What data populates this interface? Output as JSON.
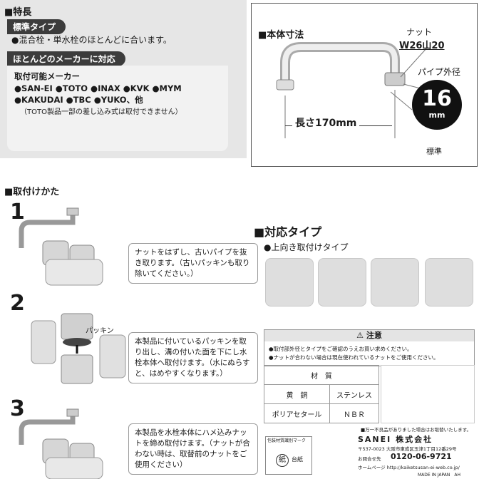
{
  "features": {
    "heading": "■特長",
    "std_pill": "標準タイプ",
    "std_text": "●混合栓・単水栓のほとんどに合います。",
    "maker_pill": "ほとんどのメーカーに対応",
    "maker_title": "取付可能メーカー",
    "maker_line1": "●SAN-EI ●TOTO ●INAX ●KVK ●MYM",
    "maker_line2": "●KAKUDAI ●TBC ●YUKO、他",
    "maker_note": "（TOTO製品一部の差し込み式は取付できません）"
  },
  "dimensions": {
    "heading": "■本体寸法",
    "nut_label": "ナット",
    "nut_size": "W26山20",
    "pipe_label": "パイプ外径",
    "pipe_value": "16",
    "pipe_unit": "mm",
    "length": "長さ170mm",
    "standard": "標準"
  },
  "install": {
    "heading": "■取付けかた",
    "step1_num": "1",
    "step1_text": "ナットをはずし、古いパイプを抜き取ります。（古いパッキンも取り除いてください。）",
    "step2_num": "2",
    "packing_label": "パッキン",
    "step2_text": "本製品に付いているパッキンを取り出し、溝の付いた面を下にし水栓本体へ取付けます。（水にぬらすと、はめやすくなります。）",
    "step3_num": "3",
    "step3_text": "本製品を水栓本体にハメ込みナットを締め取付けます。（ナットが合わない時は、取替前のナットをご使用ください）"
  },
  "types": {
    "heading": "■対応タイプ",
    "sub": "●上向き取付けタイプ"
  },
  "caution": {
    "title": "⚠ 注意",
    "line1": "●取付部外径とタイプをご確認のうえお買い求めください。",
    "line2": "●ナットが合わない場合は現在使われているナットをご使用ください。"
  },
  "material": {
    "header": "材　質",
    "rows": [
      {
        "part": "黄　銅",
        "material": "ステンレス"
      },
      {
        "part": "ポリアセタール",
        "material": "ＮＢＲ"
      }
    ]
  },
  "footer": {
    "recycle_title": "包装材質識別マーク",
    "recycle_mark": "紙",
    "recycle_label": "台紙",
    "warning_note": "■万一不良品がありました場合はお取替いたします。",
    "company": "SANEI 株式会社",
    "address": "〒537-0023 大阪市東成区玉津1丁目12番29号",
    "phone_label": "お問合せ先",
    "phone": "0120-06-9721",
    "web": "ホームページ http://kaiketsusan-ei-web.co.jp/",
    "made_in": "MADE IN JAPAN　AH"
  }
}
